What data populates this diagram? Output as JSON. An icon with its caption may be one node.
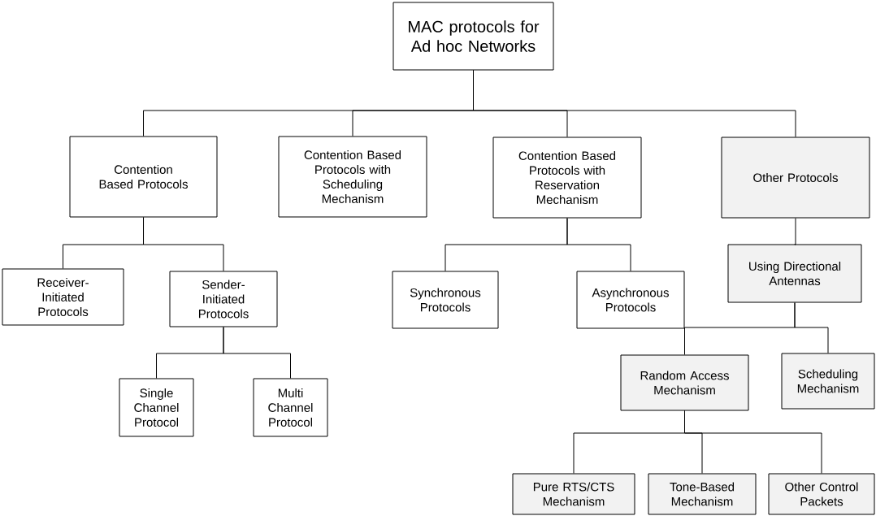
{
  "diagram": {
    "nodes": [
      {
        "text": [
          "MAC protocols for Ad hoc Networks"
        ]
      },
      {
        "text": [
          "Contention Based Protocols"
        ]
      },
      {
        "text": [
          "Contention Based Protocols with Scheduling Mechanism"
        ]
      },
      {
        "text": [
          "Contention Based Protocols with Reservation Mechanism"
        ]
      },
      {
        "text": [
          "Other Protocols"
        ]
      },
      {
        "text": [
          "Receiver-Initiated Protocols"
        ]
      },
      {
        "text": [
          "Sender-Initiated Protocols"
        ]
      },
      {
        "text": [
          "Synchronous Protocols"
        ]
      },
      {
        "text": [
          "Asynchronous Protocols"
        ]
      },
      {
        "text": [
          "Using Directional Antennas"
        ]
      },
      {
        "text": [
          "Random Access Mechanism"
        ]
      },
      {
        "text": [
          "Scheduling Mechanism"
        ]
      },
      {
        "text": [
          "Single Channel Protocol"
        ]
      },
      {
        "text": [
          "Multi Channel Protocol"
        ]
      },
      {
        "text": [
          "Pure RTS/CTS Mechanism"
        ]
      },
      {
        "text": [
          "Tone-Based Mechanism"
        ]
      },
      {
        "text": [
          "Other Control Packets"
        ]
      }
    ],
    "edges": [
      {
        "from": 0,
        "to": 1,
        "arrow": "none"
      },
      {
        "from": 0,
        "to": 2,
        "arrow": "none"
      },
      {
        "from": 0,
        "to": 3,
        "arrow": "none"
      },
      {
        "from": 0,
        "to": 4,
        "arrow": "none"
      },
      {
        "from": 1,
        "to": 5,
        "arrow": "none"
      },
      {
        "from": 1,
        "to": 6,
        "arrow": "none"
      },
      {
        "from": 3,
        "to": 7,
        "arrow": "none"
      },
      {
        "from": 3,
        "to": 8,
        "arrow": "none"
      },
      {
        "from": 4,
        "to": 9,
        "arrow": "none"
      },
      {
        "from": 9,
        "to": 10,
        "arrow": "none"
      },
      {
        "from": 9,
        "to": 11,
        "arrow": "none"
      },
      {
        "from": 6,
        "to": 12,
        "arrow": "none"
      },
      {
        "from": 6,
        "to": 13,
        "arrow": "none"
      },
      {
        "from": 10,
        "to": 14,
        "arrow": "none"
      },
      {
        "from": 10,
        "to": 15,
        "arrow": "none"
      },
      {
        "from": 10,
        "to": 16,
        "arrow": "none"
      }
    ]
  }
}
